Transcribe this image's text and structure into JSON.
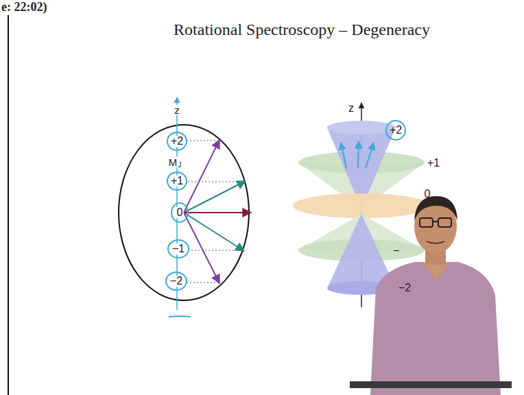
{
  "diagram": {
    "title": "Rotational Spectroscopy – Degeneracy",
    "labels": [
      "e: 22:02)",
      "z",
      "+2",
      "M",
      "J",
      "+1",
      "0",
      "−1",
      "−2",
      "z",
      "+2",
      "+1",
      "0",
      "−",
      "−2"
    ]
  }
}
